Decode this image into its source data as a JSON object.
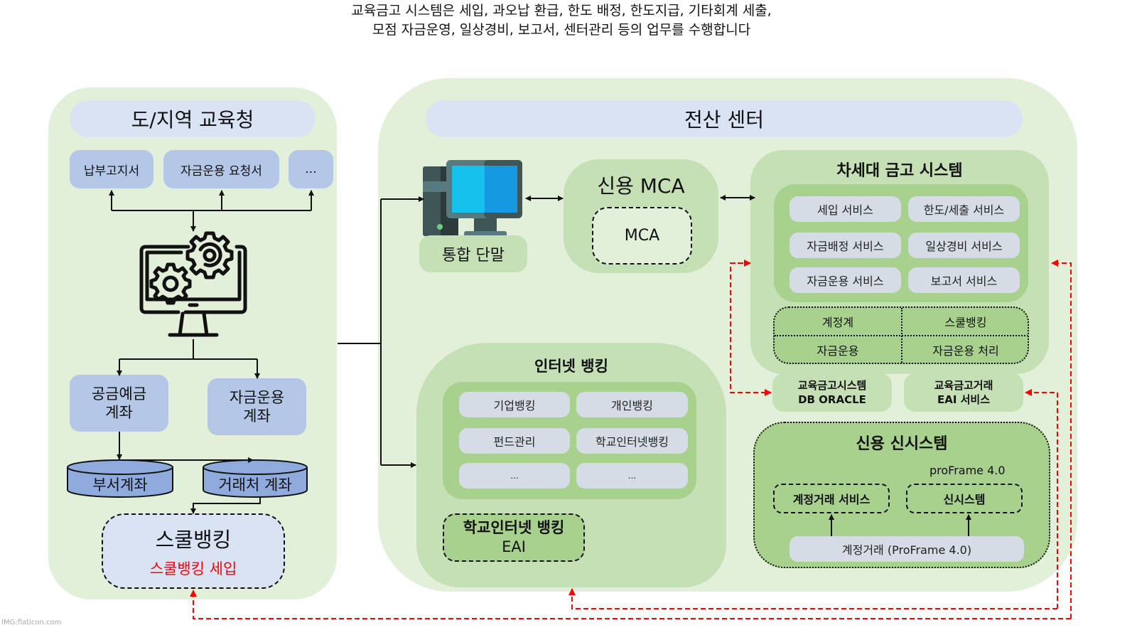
{
  "headline": {
    "line1": "교육금고 시스템은 세입, 과오납 환급, 한도 배정, 한도지급, 기타회계 세출,",
    "line2": "모점 자금운영, 일상경비, 보고서, 센터관리 등의 업무를 수행합니다"
  },
  "left_region": {
    "title": "도/지역 교육청",
    "documents": [
      "납부고지서",
      "자금운용 요청서",
      "..."
    ],
    "center_icon": "monitor-gears-icon",
    "accounts": [
      {
        "line1": "공금예금",
        "line2": "계좌"
      },
      {
        "line1": "자금운용",
        "line2": "계좌"
      }
    ],
    "databases": [
      "부서계좌",
      "거래처 계좌"
    ],
    "school_banking": {
      "title": "스쿨뱅킹",
      "subtitle": "스쿨뱅킹 세입"
    }
  },
  "right_region": {
    "title": "전산 센터",
    "terminal": {
      "label": "통합 단말",
      "icon": "desktop-computer-icon"
    },
    "mca": {
      "title": "신용 MCA",
      "inner": "MCA"
    },
    "next_gen": {
      "title": "차세대 금고 시스템",
      "services": [
        "세입 서비스",
        "한도/세출 서비스",
        "자금배정 서비스",
        "일상경비 서비스",
        "자금운용 서비스",
        "보고서 서비스"
      ],
      "grid": [
        "계정계",
        "스쿨뱅킹",
        "자금운용",
        "자금운용 처리"
      ]
    },
    "db_box": {
      "line1": "교육금고시스템",
      "line2": "DB ORACLE"
    },
    "eai_box": {
      "line1": "교육금고거래",
      "line2": "EAI 서비스"
    },
    "internet_banking": {
      "title": "인터넷 뱅킹",
      "services": [
        "기업뱅킹",
        "개인뱅킹",
        "펀드관리",
        "학교인터넷뱅킹",
        "...",
        "..."
      ],
      "eai": {
        "line1": "학교인터넷 뱅킹",
        "line2": "EAI"
      }
    },
    "new_system": {
      "title": "신용 신시스템",
      "framework_label": "proFrame 4.0",
      "boxes": [
        "계정거래 서비스",
        "신시스템"
      ],
      "base": "계정거래 (ProFrame 4.0)"
    }
  },
  "colors": {
    "panel": "#e2efd9",
    "green_mid": "#c5e0b4",
    "green_dark": "#a9d18e",
    "title_blue": "#dae3f3",
    "box_blue": "#b4c7e7",
    "db_blue": "#8faadc",
    "service_gray": "#d6dce5",
    "red_link": "#ff0000"
  },
  "credit": "IMG:flaticon.com"
}
